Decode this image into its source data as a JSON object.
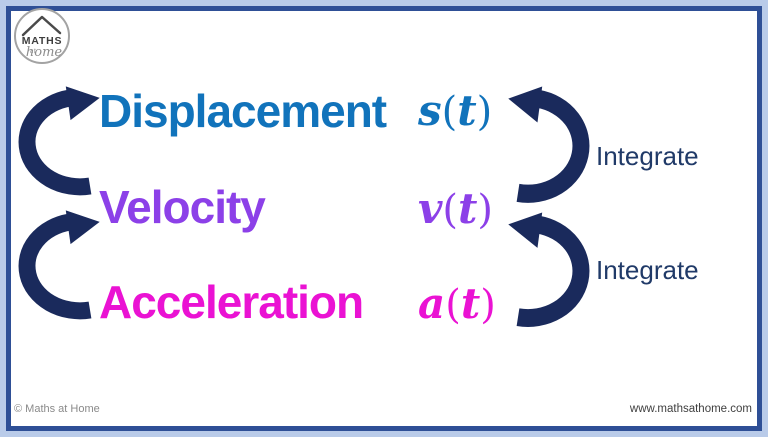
{
  "page": {
    "frame_outer_color": "#b9cbe9",
    "frame_border_color": "#2e4f96",
    "background": "#ffffff"
  },
  "logo": {
    "line1": "MATHS",
    "at": "at",
    "line2": "home"
  },
  "rows": [
    {
      "label": "Displacement",
      "notation_var": "s",
      "notation_arg": "t",
      "color": "#1173bb"
    },
    {
      "label": "Velocity",
      "notation_var": "v",
      "notation_arg": "t",
      "color": "#8c40e8"
    },
    {
      "label": "Acceleration",
      "notation_var": "a",
      "notation_arg": "t",
      "color": "#ea12d3"
    }
  ],
  "punct": {
    "lparen": "(",
    "rparen": ")"
  },
  "arrows": {
    "color": "#1a2a5c",
    "label_color": "#203a68",
    "integrate_labels": [
      "Integrate",
      "Integrate"
    ]
  },
  "footer": {
    "copyright": "© Maths at Home",
    "website": "www.mathsathome.com"
  }
}
